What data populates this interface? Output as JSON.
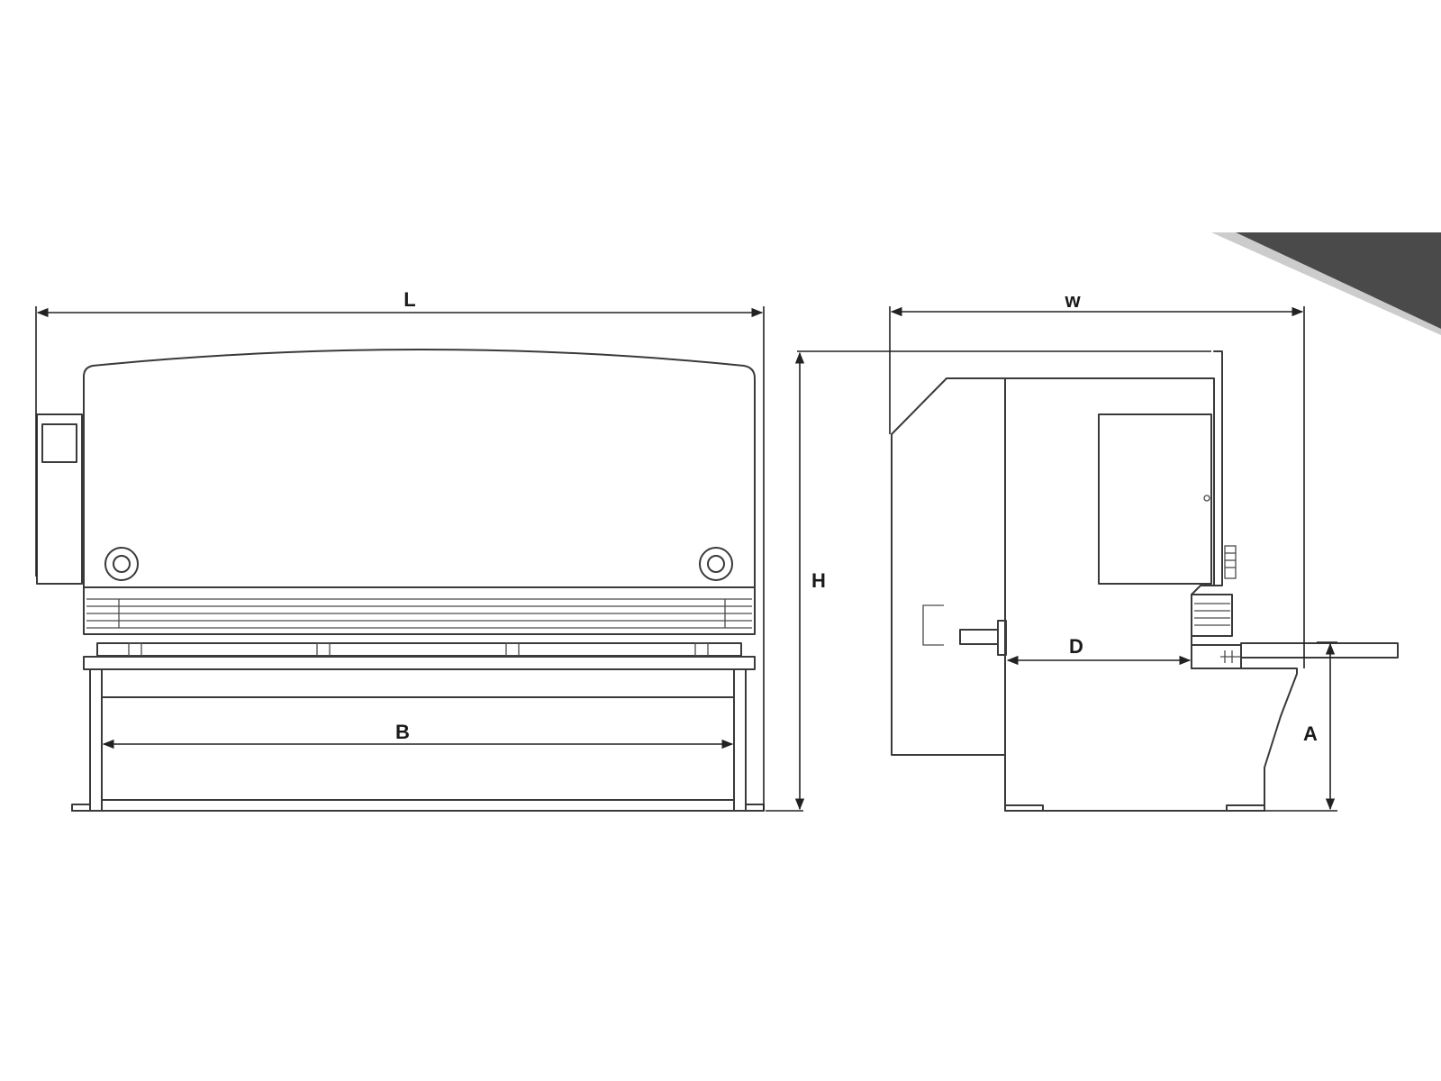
{
  "labels": {
    "length": "L",
    "bed": "B",
    "height": "H",
    "width": "w",
    "throat": "D",
    "table": "A"
  },
  "colors": {
    "line": "#3a3a3a",
    "dimension": "#222222",
    "corner_band": "#4a4a4a"
  }
}
